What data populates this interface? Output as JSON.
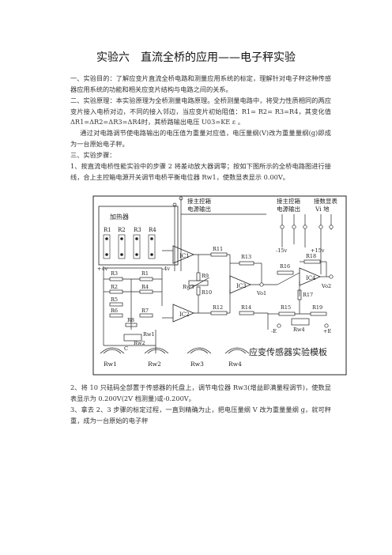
{
  "doc": {
    "title": "实验六　直流全桥的应用——电子秤实验",
    "paragraphs": [
      "一、实验目的：了解应变片直流全桥电路和测量应用系统的标定，理解针对电子秤这种传感器应用系统的功能和相关应变片结构与电路之间的关系。",
      "二、实验原理：本实验原理为全桥测量电路原理。全桥测量电路中，将受力性质相同的两应变片接入电桥对边，不同的接入邻边，当应变片初始阻值：R1= R2= R3=R4，其变化值ΔR1=ΔR2=ΔR3=ΔR4时，其桥路输出电压 U03=KE ε 。",
      "通过对电路调节使电路输出的电压值为重量对应值，电压量纲(V)改为重量量纲(g)即成为一台原始电子秤。",
      "三、实验步骤：",
      "1、按直流电桥性能实验中的步骤 2 将差动放大器调零；按如下图所示的全桥电路图进行接线，合上主控箱电源开关调节电桥平衡电位器 Rw1，使数显表显示 0.00V。",
      "2、将 10 只砝码全部置于传感器的托盘上，调节电位器 Rw3(增益即满量程调节)，使数显表显示为 0.200V(2V 档测量)或-0.200V。",
      "3、拿去 2、3 步骤的标定过程，一直到精确为止，把电压量纲 V 改为重量量纲 g，就可秤重，成为一台原始的电子秤"
    ]
  },
  "figure": {
    "heater": "加热器",
    "power_out_label_1": "接主控箱",
    "power_out_label_2": "电源输出",
    "power_out_b_1": "接主控箱",
    "power_out_b_2": "电源输出",
    "meter_1": "接数显表",
    "meter_2": "Vi  地",
    "module_name": "应变传感器实验模板",
    "labels": {
      "r1": "R1",
      "r2": "R2",
      "r3": "R3",
      "r4": "R4",
      "p4v": "+4v",
      "m4v": "-4v",
      "br3": "R3",
      "br1": "R1",
      "br2": "R2",
      "br4": "R4",
      "r5": "R5",
      "r6": "R6",
      "r7": "R7",
      "r8": "R8",
      "rw1": "Rw1",
      "rw2": "Rw2",
      "c": "C",
      "ic1": "IC1",
      "ic2": "IC2",
      "ic3": "IC3",
      "ic4": "IC4",
      "r9": "R9",
      "rw3": "Rw3",
      "r10": "R10",
      "r11": "R11",
      "r12": "R12",
      "r13": "R13",
      "r14": "R14",
      "r15": "R15",
      "r16": "R16",
      "r17": "R17",
      "r18": "R18",
      "r19": "R19",
      "rw4": "Rw4",
      "m15v": "-15v",
      "p15v": "+15v",
      "vo1": "Vo1",
      "vo2": "Vo2",
      "me": "-E",
      "pe": "+E",
      "k_rw1": "Rw1",
      "k_rw2": "Rw2",
      "k_rw3": "Rw3",
      "k_rw4": "Rw4"
    }
  }
}
